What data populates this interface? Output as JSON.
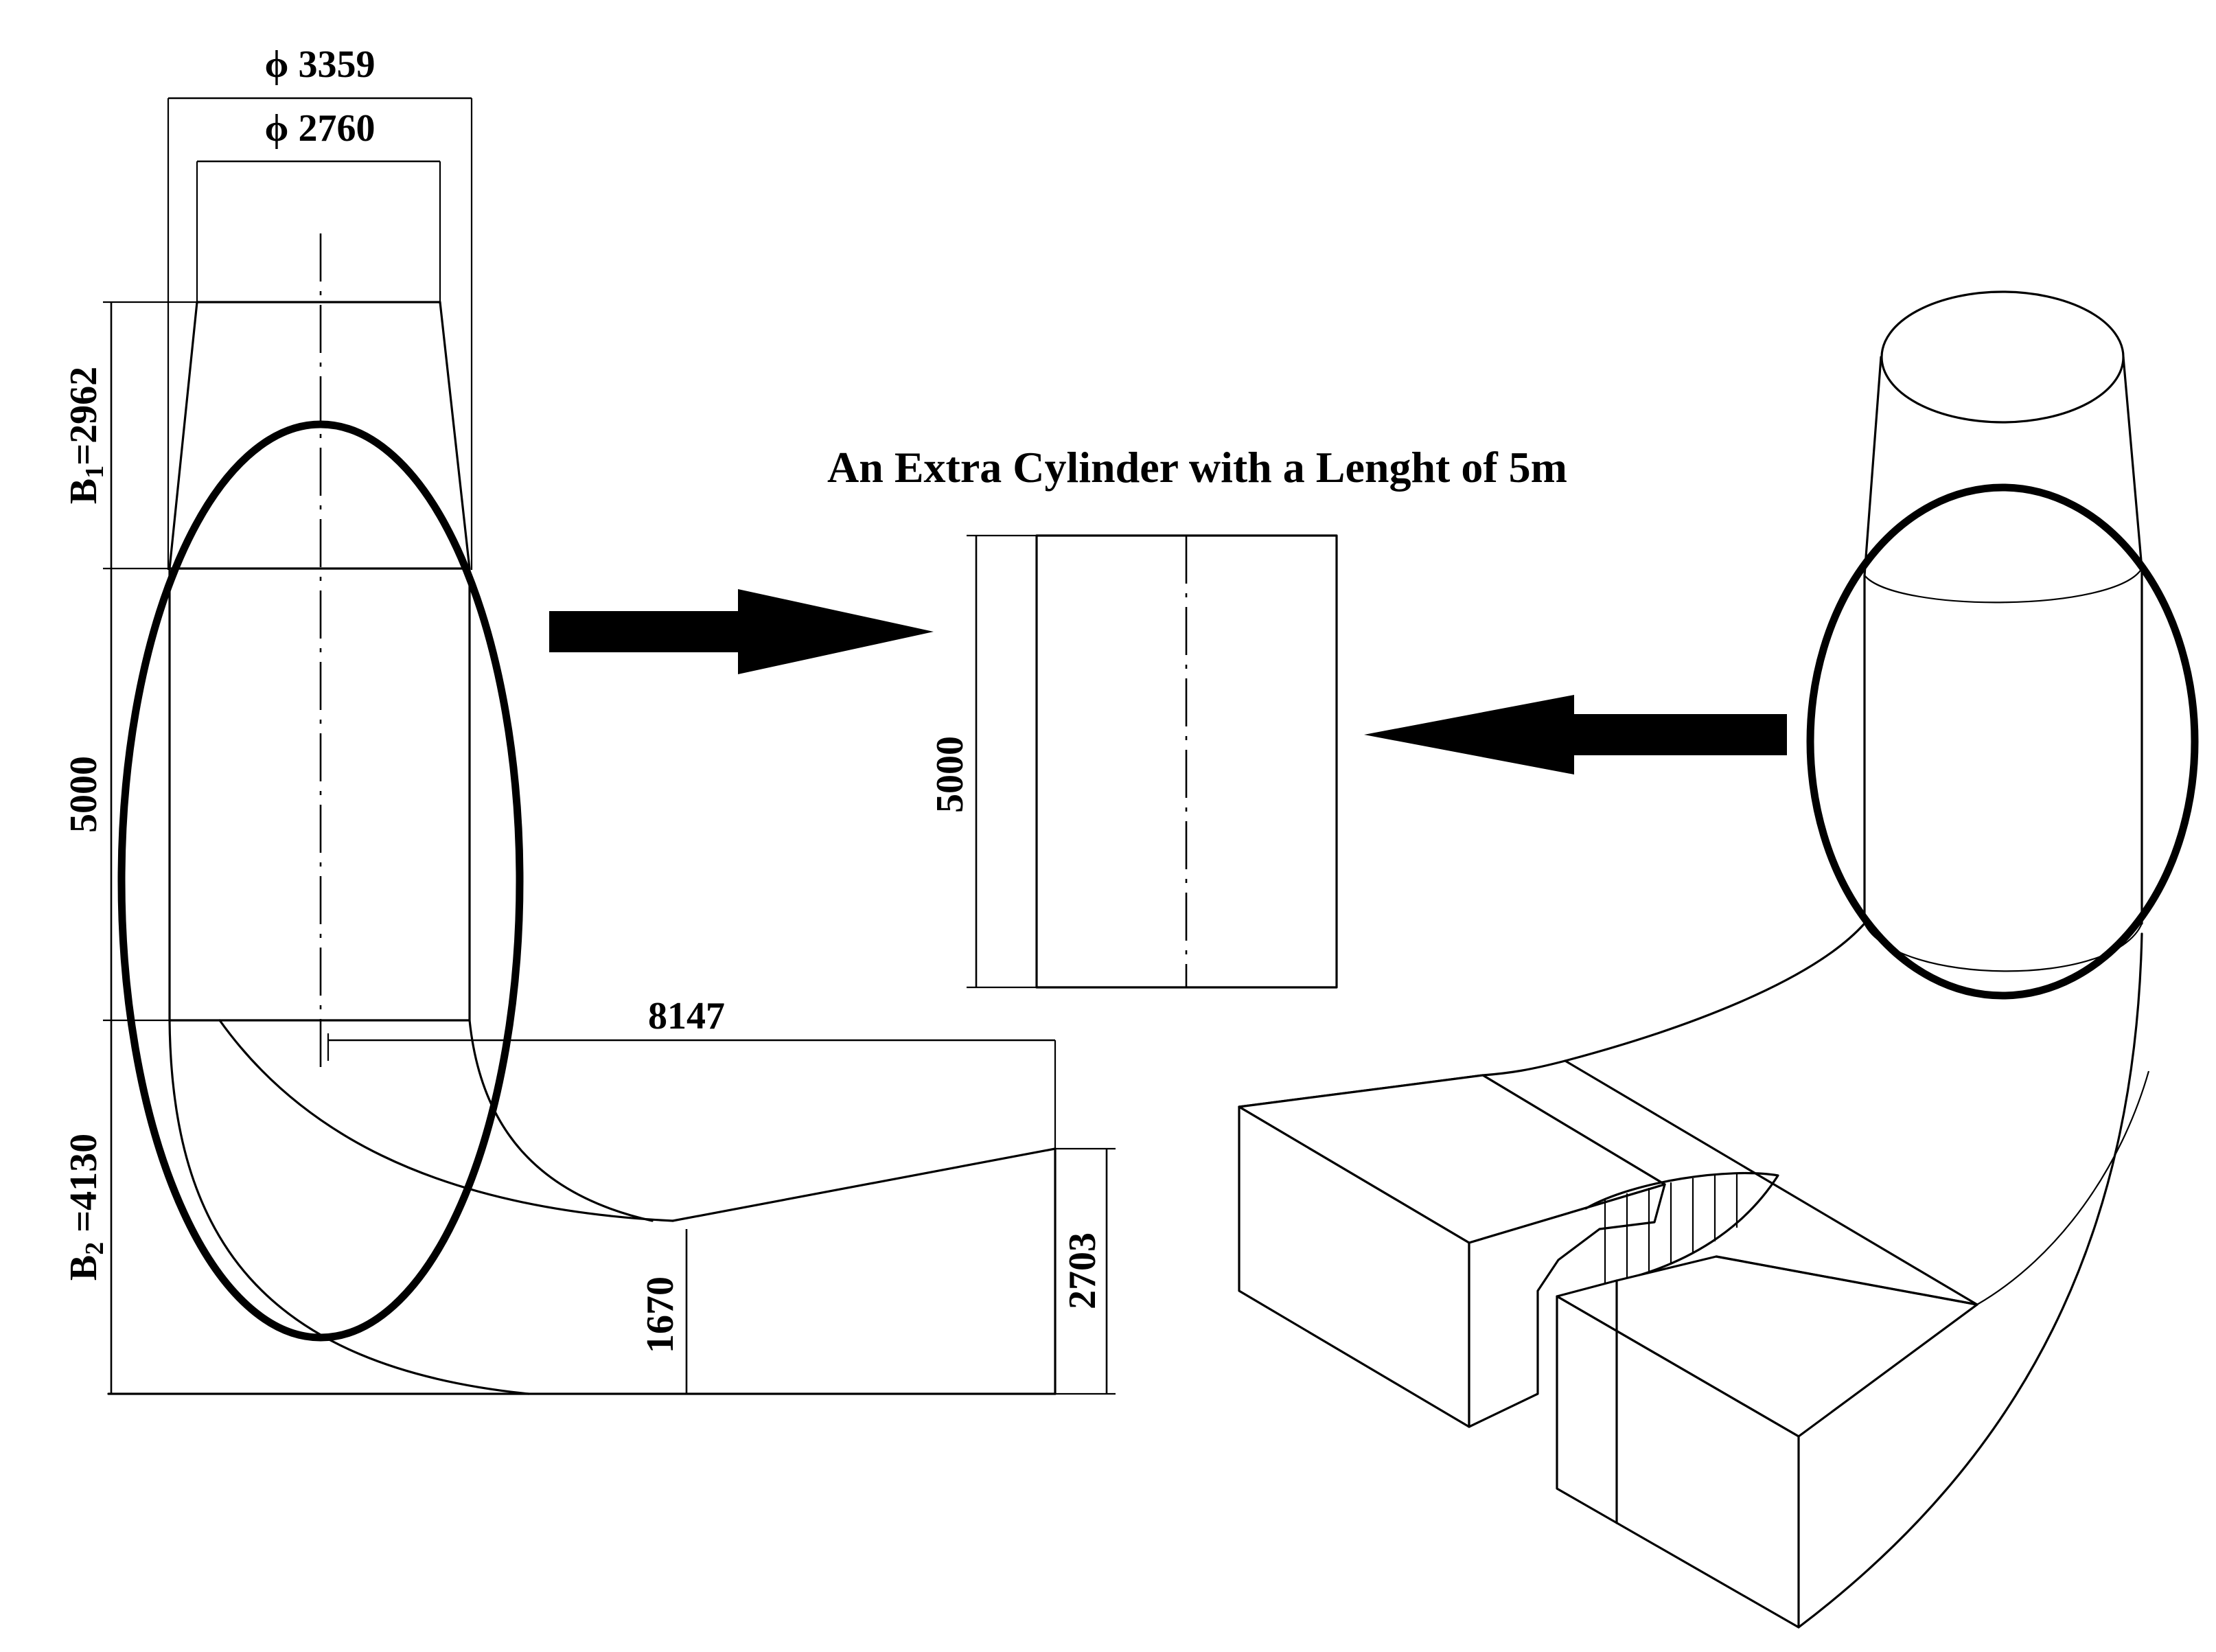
{
  "title": "An Extra Cylinder with a Lenght of 5m",
  "dimensions": {
    "outer_diameter": "ϕ 3359",
    "inner_diameter": "ϕ 2760",
    "b1_letter": "B",
    "b1_sub": "1",
    "b1_value": "=2962",
    "cylinder_length": "5000",
    "b2_letter": "B",
    "b2_sub": "2",
    "b2_value": " =4130",
    "draft_length": "8147",
    "mid_height": "1670",
    "outlet_height": "2703",
    "extra_cylinder_length": "5000"
  }
}
